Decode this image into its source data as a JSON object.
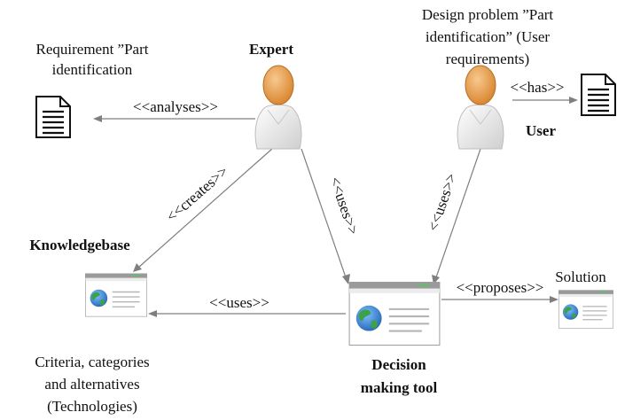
{
  "diagram": {
    "actors": {
      "expert": {
        "name": "Expert",
        "icon": "person-icon"
      },
      "user": {
        "name": "User",
        "icon": "person-icon"
      }
    },
    "artifacts": {
      "requirement_doc": {
        "caption_line1": "Requirement ”Part",
        "caption_line2": "identification",
        "icon": "document-icon"
      },
      "design_problem_doc": {
        "caption_line1": "Design problem ”Part",
        "caption_line2": "identification” (User",
        "caption_line3": "requirements)",
        "icon": "document-icon"
      },
      "knowledgebase": {
        "title": "Knowledgebase",
        "desc_line1": "Criteria, categories",
        "desc_line2": "and alternatives",
        "desc_line3": "(Technologies)",
        "icon": "browser-window-icon"
      },
      "decision_tool": {
        "title_line1": "Decision",
        "title_line2": "making tool",
        "icon": "browser-window-icon"
      },
      "solution": {
        "title": "Solution",
        "icon": "browser-window-icon"
      }
    },
    "relations": {
      "analyses": "<<analyses>>",
      "has": "<<has>>",
      "creates": "<<creates>>",
      "expert_uses": "<<uses>>",
      "user_uses": "<<uses>>",
      "tool_uses_kb": "<<uses>>",
      "proposes": "<<proposes>>"
    },
    "colors": {
      "arrow": "#7f7f7f",
      "person_head": "#e29a45",
      "person_body": "#e8e8e8",
      "window_titlebar": "#9a9a9a",
      "globe_water": "#2a75c9",
      "globe_land": "#3da14a"
    }
  }
}
